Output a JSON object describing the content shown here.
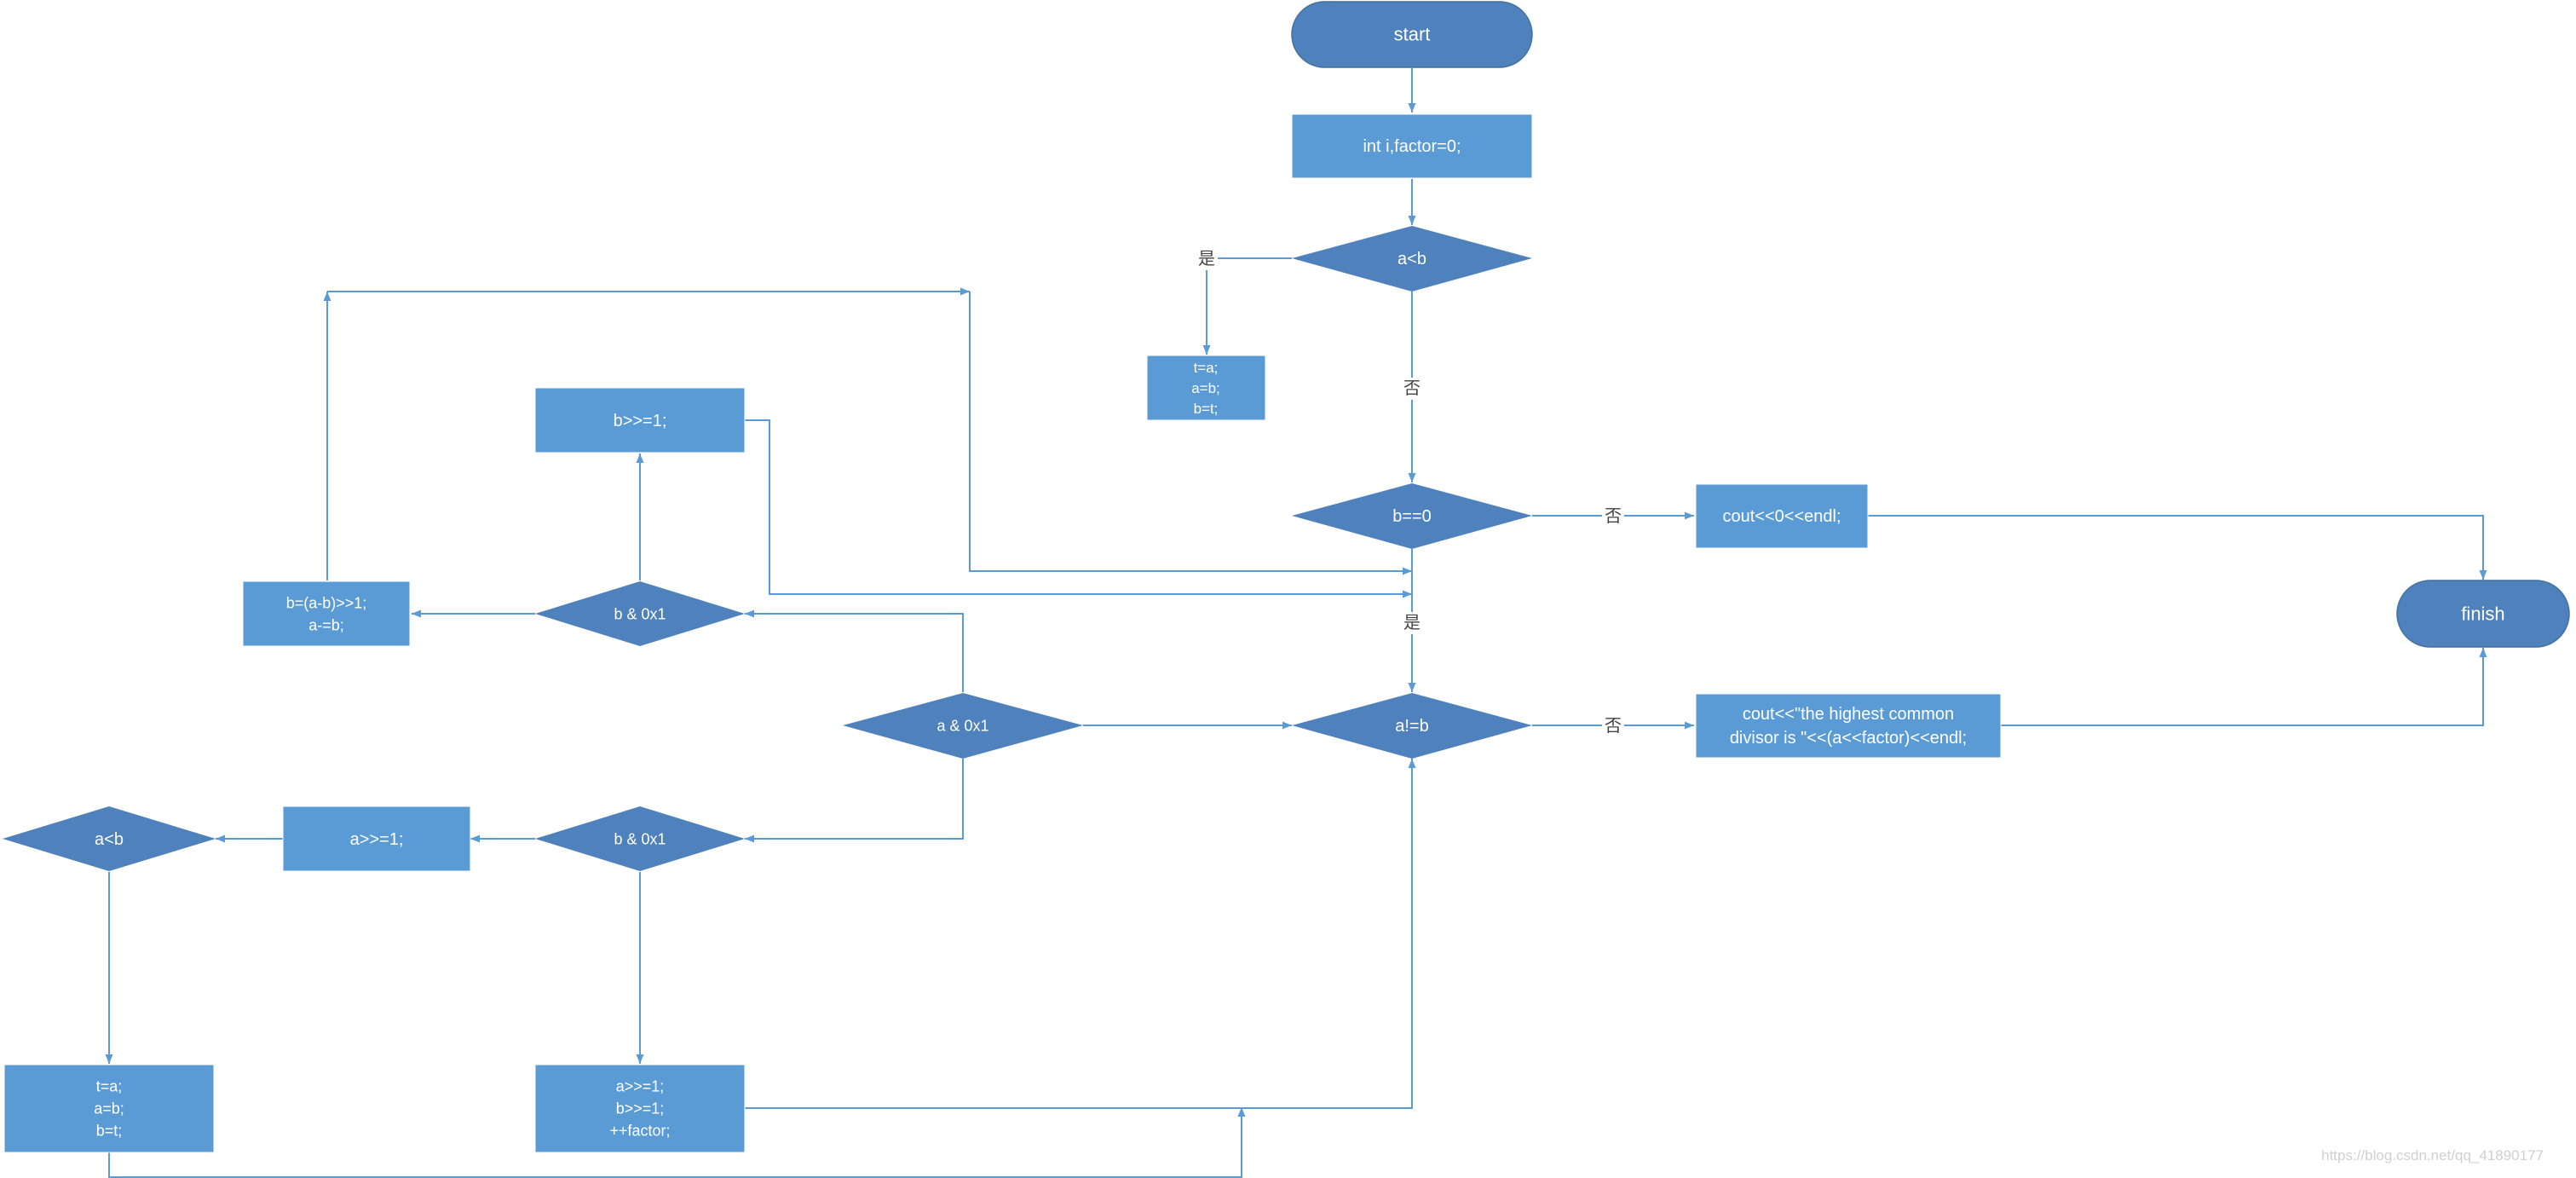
{
  "colors": {
    "terminal_fill": "#4F81BD",
    "process_fill": "#5B9BD5",
    "decision_fill": "#4F81BD",
    "connector": "#5B9BD5",
    "text": "#ffffff",
    "label": "#444444"
  },
  "nodes": {
    "start": {
      "lines": [
        "start"
      ]
    },
    "init": {
      "lines": [
        "int i,factor=0;"
      ]
    },
    "cond_a_lt_b_top": {
      "lines": [
        "a<b"
      ]
    },
    "swap_top": {
      "lines": [
        "t=a;",
        "a=b;",
        "b=t;"
      ]
    },
    "cond_b_eq_0": {
      "lines": [
        "b==0"
      ]
    },
    "print_zero": {
      "lines": [
        "cout<<0<<endl;"
      ]
    },
    "finish": {
      "lines": [
        "finish"
      ]
    },
    "cond_a_ne_b": {
      "lines": [
        "a!=b"
      ]
    },
    "print_result": {
      "lines": [
        "cout<<\"the highest common",
        "divisor is \"<<(a<<factor)<<endl;"
      ]
    },
    "shift_b_top": {
      "lines": [
        "b>>=1;"
      ]
    },
    "cond_b_and_1_top": {
      "lines": [
        "b & 0x1"
      ]
    },
    "sub_step": {
      "lines": [
        "b=(a-b)>>1;",
        "a-=b;"
      ]
    },
    "cond_a_and_1": {
      "lines": [
        "a & 0x1"
      ]
    },
    "cond_b_and_1_bottom": {
      "lines": [
        "b & 0x1"
      ]
    },
    "shift_a": {
      "lines": [
        "a>>=1;"
      ]
    },
    "cond_a_lt_b_left": {
      "lines": [
        "a<b"
      ]
    },
    "swap_bottom": {
      "lines": [
        "t=a;",
        "a=b;",
        "b=t;"
      ]
    },
    "shift_both": {
      "lines": [
        "a>>=1;",
        "b>>=1;",
        "++factor;"
      ]
    }
  },
  "edge_labels": {
    "yes_swap": "是",
    "no_to_b_eq_0": "否",
    "no_print_zero": "否",
    "yes_b_eq_0": "是",
    "no_print_result": "否"
  },
  "watermark": "https://blog.csdn.net/qq_41890177"
}
